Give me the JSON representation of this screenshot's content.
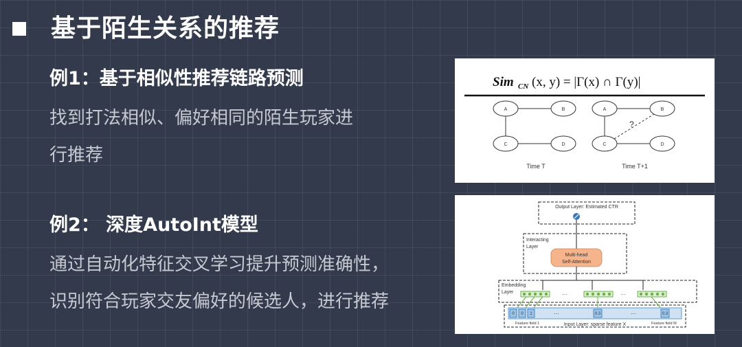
{
  "slide": {
    "title": "基于陌生关系的推荐",
    "example1": {
      "heading": "例1：基于相似性推荐链路预测",
      "body": "找到打法相似、偏好相同的陌生玩家进\n行推荐"
    },
    "example2": {
      "heading": "例2： 深度AutoInt模型",
      "body": "通过自动化特征交叉学习提升预测准确性，\n识别符合玩家交友偏好的候选人，进行推荐"
    }
  },
  "figure1": {
    "formula_head": "Sim",
    "formula_sub": "CN",
    "formula_tail": "(x, y) = |Γ(x) ∩ Γ(y)|",
    "nodes": [
      "A",
      "B",
      "C",
      "D"
    ],
    "question_mark": "?",
    "time_t": "Time T",
    "time_t1": "Time T+1"
  },
  "figure2": {
    "output_layer": "Output Layer: Estimated CTR",
    "interacting_layer": [
      "Interacting",
      "Layer"
    ],
    "attention": [
      "Multi-head",
      "Self-Attention"
    ],
    "embedding_layer": [
      "Embedding",
      "Layer"
    ],
    "input_layer": "Input Layer: sparse feature X",
    "field_1": "Feature field 1",
    "field_m": "Feature field M",
    "input_cells": [
      "0",
      "0",
      "1",
      "0.3",
      "0.3"
    ],
    "ellipsis": "···",
    "colors": {
      "attention_fill": "#f6b48c",
      "embedding_green": "#6ab04c",
      "input_blue": "#9dc3e6"
    }
  }
}
